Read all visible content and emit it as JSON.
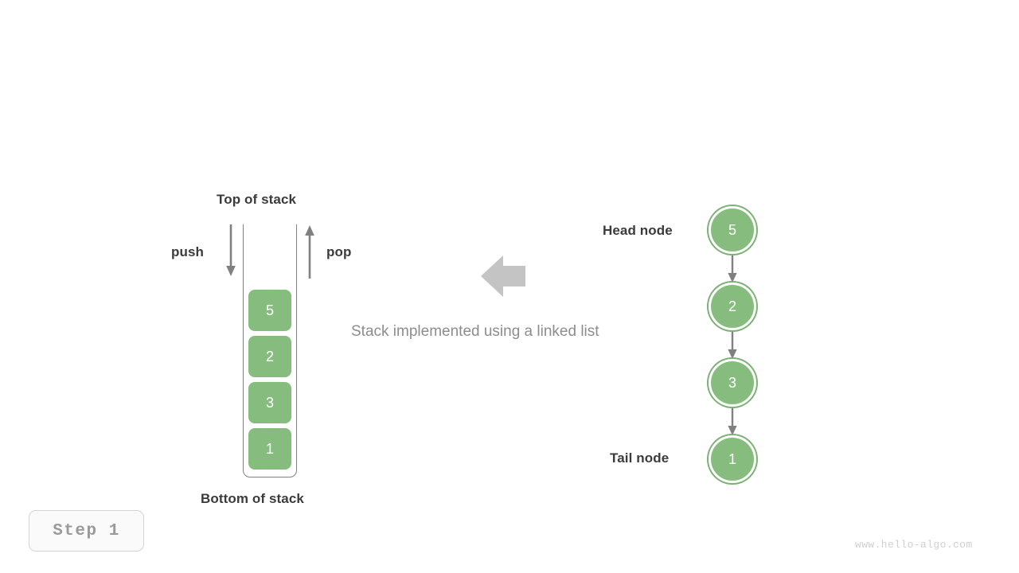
{
  "diagram": {
    "caption": "Stack implemented using a linked list",
    "step_badge": "Step  1",
    "watermark": "www.hello-algo.com",
    "colors": {
      "node_green": "#86bd7f",
      "node_ring": "#7ab273",
      "arrow_gray": "#808080",
      "block_arrow_gray": "#c4c4c4",
      "label_dark": "#3b3b3b",
      "label_muted": "#8d8d8d",
      "badge_text": "#9a9a9a",
      "watermark": "#cfcfcf",
      "background": "#ffffff"
    }
  },
  "stack": {
    "top_label": "Top of stack",
    "bottom_label": "Bottom of stack",
    "push_label": "push",
    "pop_label": "pop",
    "blocks": [
      {
        "value": "5"
      },
      {
        "value": "2"
      },
      {
        "value": "3"
      },
      {
        "value": "1"
      }
    ]
  },
  "linked_list": {
    "head_label": "Head node",
    "tail_label": "Tail node",
    "nodes": [
      {
        "value": "5"
      },
      {
        "value": "2"
      },
      {
        "value": "3"
      },
      {
        "value": "1"
      }
    ]
  },
  "icons": {
    "push_arrow": "arrow-down-icon",
    "pop_arrow": "arrow-up-icon",
    "transform_arrow": "block-arrow-left-icon",
    "link_arrow": "arrow-down-icon"
  }
}
